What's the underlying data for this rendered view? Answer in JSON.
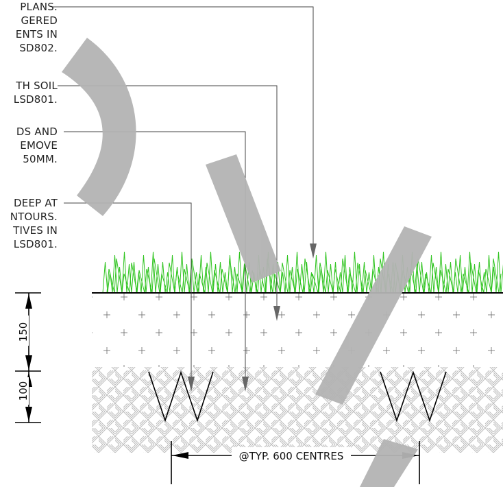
{
  "notes": [
    {
      "lines": [
        "PLANS.",
        "GERED",
        "ENTS IN",
        "SD802."
      ]
    },
    {
      "lines": [
        "TH SOIL",
        "LSD801."
      ]
    },
    {
      "lines": [
        "DS AND",
        "EMOVE",
        "50MM."
      ]
    },
    {
      "lines": [
        "DEEP AT",
        "NTOURS.",
        "TIVES IN",
        "LSD801."
      ]
    }
  ],
  "dimensions": {
    "upper": "150",
    "lower": "100",
    "spacing": "@TYP. 600 CENTRES"
  },
  "watermark": "DRAFT",
  "colors": {
    "grass": "#2fc41f",
    "watermark": "#b3b3b3",
    "line": "#000000",
    "hatch": "#bcbcbc"
  }
}
